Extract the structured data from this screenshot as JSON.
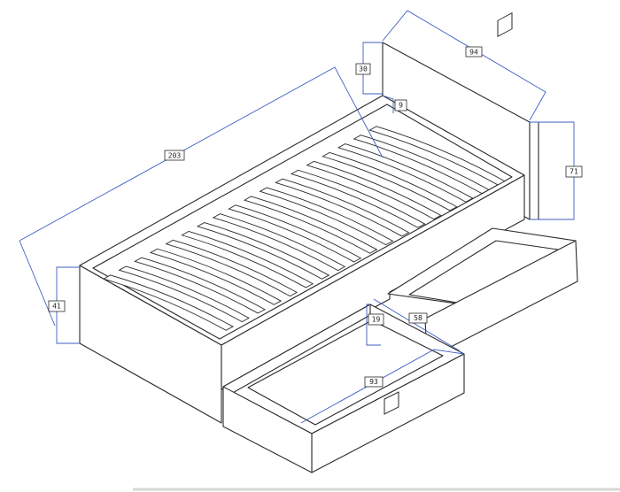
{
  "dimensions": {
    "length": "203",
    "headboard_width": "94",
    "headboard_top": "30",
    "headboard_gap": "9",
    "headboard_height": "71",
    "frame_height": "41",
    "drawer_height": "19",
    "drawer_depth": "58",
    "drawer_width": "93"
  },
  "colors": {
    "line": "#2a2a2a",
    "dimension": "#3f5ec2",
    "background": "#ffffff"
  }
}
